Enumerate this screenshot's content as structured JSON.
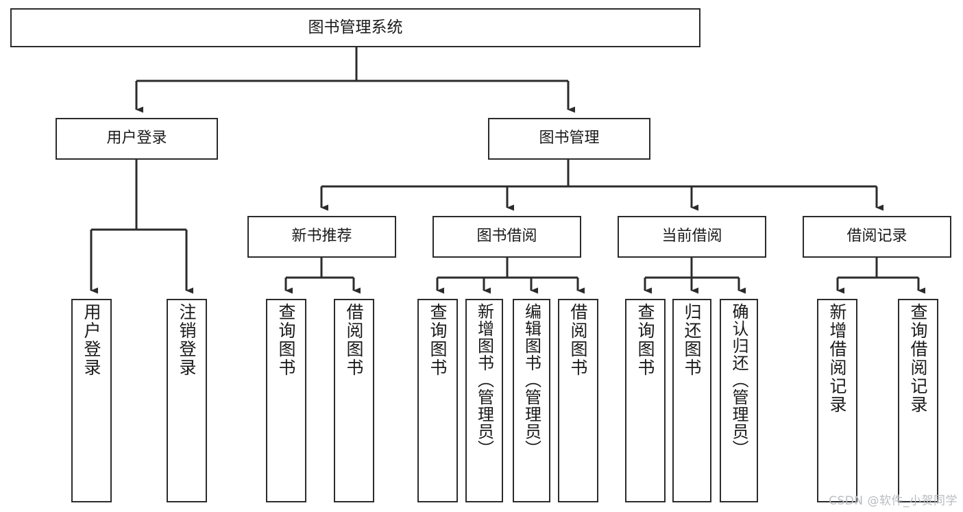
{
  "diagram": {
    "title": "图书管理系统",
    "type": "tree",
    "orientation": "top-down",
    "line_color": "#2b2b2b",
    "box_fill": "#ffffff",
    "text_color": "#1a1a1a",
    "nodes": {
      "root": {
        "label": "图书管理系统"
      },
      "level2": [
        {
          "id": "user-login",
          "label": "用户登录"
        },
        {
          "id": "book-manage",
          "label": "图书管理"
        }
      ],
      "level3": [
        {
          "id": "new-book-rec",
          "label": "新书推荐"
        },
        {
          "id": "book-borrow",
          "label": "图书借阅"
        },
        {
          "id": "current-borrow",
          "label": "当前借阅"
        },
        {
          "id": "borrow-record",
          "label": "借阅记录"
        }
      ],
      "leaves": {
        "user-login": [
          {
            "id": "leaf-user-login",
            "label": "用户登录"
          },
          {
            "id": "leaf-logout-login",
            "label": "注销登录"
          }
        ],
        "new-book-rec": [
          {
            "id": "leaf-query-book-1",
            "label": "查询图书"
          },
          {
            "id": "leaf-borrow-book-1",
            "label": "借阅图书"
          }
        ],
        "book-borrow": [
          {
            "id": "leaf-query-book-2",
            "label": "查询图书"
          },
          {
            "id": "leaf-add-book",
            "label": "新增图书（管理员）"
          },
          {
            "id": "leaf-edit-book",
            "label": "编辑图书（管理员）"
          },
          {
            "id": "leaf-borrow-book-2",
            "label": "借阅图书"
          }
        ],
        "current-borrow": [
          {
            "id": "leaf-query-book-3",
            "label": "查询图书"
          },
          {
            "id": "leaf-return-book",
            "label": "归还图书"
          },
          {
            "id": "leaf-confirm-return",
            "label": "确认归还（管理员）"
          }
        ],
        "borrow-record": [
          {
            "id": "leaf-add-record",
            "label": "新增借阅记录"
          },
          {
            "id": "leaf-query-record",
            "label": "查询借阅记录"
          }
        ]
      }
    }
  },
  "watermark": {
    "text": "CSDN @软件_小贺同学"
  }
}
